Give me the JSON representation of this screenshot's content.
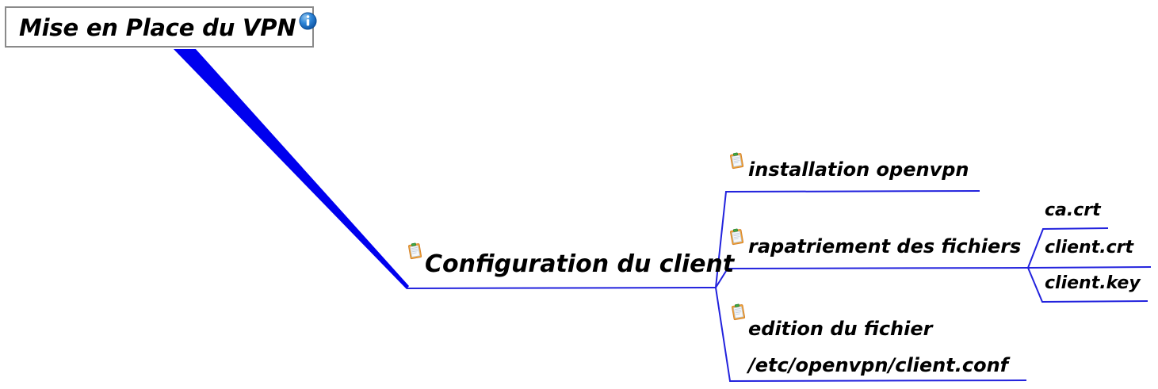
{
  "map": {
    "title": "Mise en Place du VPN",
    "edge_color": "#2222dd",
    "root_branch_color": "#0000ee",
    "root_border_color": "#8a8a8a",
    "background": "#ffffff",
    "icons": {
      "root_badge": "info-icon",
      "node_note": "note-icon"
    },
    "root": {
      "label": "Mise en Place du VPN",
      "badge_icon": "info-icon"
    },
    "nodes": {
      "config": {
        "label": "Configuration du client",
        "icon": "note-icon"
      },
      "install": {
        "label": "installation openvpn",
        "icon": "note-icon"
      },
      "rapatriement": {
        "label": "rapatriement des fichiers",
        "icon": "note-icon"
      },
      "edition": {
        "line1": "edition du fichier",
        "line2": "/etc/openvpn/client.conf",
        "icon": "note-icon"
      },
      "ca_crt": {
        "label": "ca.crt"
      },
      "client_crt": {
        "label": "client.crt"
      },
      "client_key": {
        "label": "client.key"
      }
    }
  }
}
